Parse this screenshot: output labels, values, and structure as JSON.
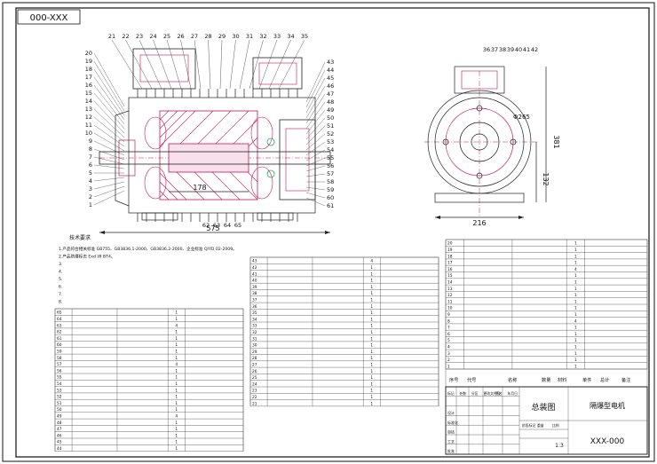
{
  "drawing_code_top": "000-XXX",
  "drawing_code_bottom": "XXX-000",
  "title_block": {
    "drawing_name": "总装图",
    "product_name": "隔爆型电机",
    "scale": "1:3",
    "head_labels": [
      "标记",
      "处数",
      "分区",
      "更改文件号",
      "签名",
      "年月日"
    ],
    "row_labels": [
      "设计",
      "标准化",
      "审核",
      "工艺",
      "批准"
    ],
    "stage_labels": [
      "阶段标记",
      "重量",
      "比例"
    ]
  },
  "front_view_balloons": [
    "21",
    "22",
    "23",
    "24",
    "25",
    "26",
    "27",
    "28",
    "29",
    "30",
    "31",
    "32",
    "33",
    "34",
    "35"
  ],
  "left_callouts": [
    "20",
    "19",
    "18",
    "17",
    "16",
    "15",
    "14",
    "13",
    "12",
    "11",
    "10",
    "9",
    "8",
    "7",
    "6",
    "5",
    "4",
    "3",
    "2",
    "1"
  ],
  "right_callouts": [
    "43",
    "44",
    "45",
    "46",
    "47",
    "48",
    "49",
    "50",
    "51",
    "52",
    "53",
    "54",
    "55",
    "56",
    "57",
    "58",
    "59",
    "60",
    "61"
  ],
  "bottom_callouts": [
    "62",
    "63",
    "64",
    "65"
  ],
  "dimensions": {
    "shaft_length": "575",
    "core_length": "178",
    "end_width": "216",
    "center_height": "132",
    "total_height": "381",
    "pcd": "Φ265"
  },
  "side_view_callouts": [
    "36",
    "37",
    "38",
    "39",
    "40",
    "41",
    "42"
  ],
  "tech_requirements_title": "技术要求",
  "tech_requirements": [
    "1.产品符合相关标准 GB755、GB3836.1-2000、GB3836.2-2000、企业标准 Q/YD 02-2009。",
    "2.产品防爆标志 Exd I/Ⅱ BT4。",
    "3.",
    "4.",
    "5.",
    "6.",
    "7.",
    "8."
  ],
  "parts_table_left": [
    {
      "no": "65",
      "code": "",
      "name": "",
      "qty": "1",
      "mat": ""
    },
    {
      "no": "64",
      "code": "",
      "name": "",
      "qty": "1",
      "mat": ""
    },
    {
      "no": "63",
      "code": "",
      "name": "",
      "qty": "4",
      "mat": ""
    },
    {
      "no": "62",
      "code": "",
      "name": "",
      "qty": "1",
      "mat": ""
    },
    {
      "no": "61",
      "code": "",
      "name": "",
      "qty": "1",
      "mat": ""
    },
    {
      "no": "60",
      "code": "",
      "name": "",
      "qty": "1",
      "mat": ""
    },
    {
      "no": "59",
      "code": "",
      "name": "",
      "qty": "1",
      "mat": ""
    },
    {
      "no": "58",
      "code": "",
      "name": "",
      "qty": "1",
      "mat": ""
    },
    {
      "no": "57",
      "code": "",
      "name": "",
      "qty": "4",
      "mat": ""
    },
    {
      "no": "56",
      "code": "",
      "name": "",
      "qty": "1",
      "mat": ""
    },
    {
      "no": "55",
      "code": "",
      "name": "",
      "qty": "1",
      "mat": ""
    },
    {
      "no": "54",
      "code": "",
      "name": "",
      "qty": "1",
      "mat": ""
    },
    {
      "no": "53",
      "code": "",
      "name": "",
      "qty": "1",
      "mat": ""
    },
    {
      "no": "52",
      "code": "",
      "name": "",
      "qty": "1",
      "mat": ""
    },
    {
      "no": "51",
      "code": "",
      "name": "",
      "qty": "1",
      "mat": ""
    },
    {
      "no": "50",
      "code": "",
      "name": "",
      "qty": "1",
      "mat": ""
    },
    {
      "no": "49",
      "code": "",
      "name": "",
      "qty": "4",
      "mat": ""
    },
    {
      "no": "48",
      "code": "",
      "name": "",
      "qty": "1",
      "mat": ""
    },
    {
      "no": "47",
      "code": "",
      "name": "",
      "qty": "1",
      "mat": ""
    },
    {
      "no": "46",
      "code": "",
      "name": "",
      "qty": "1",
      "mat": ""
    },
    {
      "no": "45",
      "code": "",
      "name": "",
      "qty": "1",
      "mat": ""
    },
    {
      "no": "44",
      "code": "",
      "name": "",
      "qty": "1",
      "mat": ""
    }
  ],
  "parts_table_mid": [
    {
      "no": "43",
      "code": "",
      "name": "",
      "qty": "4",
      "mat": ""
    },
    {
      "no": "42",
      "code": "",
      "name": "",
      "qty": "1",
      "mat": ""
    },
    {
      "no": "41",
      "code": "",
      "name": "",
      "qty": "1",
      "mat": ""
    },
    {
      "no": "40",
      "code": "",
      "name": "",
      "qty": "1",
      "mat": ""
    },
    {
      "no": "39",
      "code": "",
      "name": "",
      "qty": "1",
      "mat": ""
    },
    {
      "no": "38",
      "code": "",
      "name": "",
      "qty": "1",
      "mat": ""
    },
    {
      "no": "37",
      "code": "",
      "name": "",
      "qty": "1",
      "mat": ""
    },
    {
      "no": "36",
      "code": "",
      "name": "",
      "qty": "1",
      "mat": ""
    },
    {
      "no": "35",
      "code": "",
      "name": "",
      "qty": "1",
      "mat": ""
    },
    {
      "no": "34",
      "code": "",
      "name": "",
      "qty": "1",
      "mat": ""
    },
    {
      "no": "33",
      "code": "",
      "name": "",
      "qty": "1",
      "mat": ""
    },
    {
      "no": "32",
      "code": "",
      "name": "",
      "qty": "1",
      "mat": ""
    },
    {
      "no": "31",
      "code": "",
      "name": "",
      "qty": "1",
      "mat": ""
    },
    {
      "no": "30",
      "code": "",
      "name": "",
      "qty": "1",
      "mat": ""
    },
    {
      "no": "29",
      "code": "",
      "name": "",
      "qty": "1",
      "mat": ""
    },
    {
      "no": "28",
      "code": "",
      "name": "",
      "qty": "1",
      "mat": ""
    },
    {
      "no": "27",
      "code": "",
      "name": "",
      "qty": "1",
      "mat": ""
    },
    {
      "no": "26",
      "code": "",
      "name": "",
      "qty": "1",
      "mat": ""
    },
    {
      "no": "25",
      "code": "",
      "name": "",
      "qty": "1",
      "mat": ""
    },
    {
      "no": "24",
      "code": "",
      "name": "",
      "qty": "1",
      "mat": ""
    },
    {
      "no": "23",
      "code": "",
      "name": "",
      "qty": "1",
      "mat": ""
    },
    {
      "no": "22",
      "code": "",
      "name": "",
      "qty": "1",
      "mat": ""
    },
    {
      "no": "21",
      "code": "",
      "name": "",
      "qty": "1",
      "mat": ""
    }
  ],
  "parts_table_right": [
    {
      "no": "20",
      "code": "",
      "name": "",
      "qty": "1",
      "mat": ""
    },
    {
      "no": "19",
      "code": "",
      "name": "",
      "qty": "1",
      "mat": ""
    },
    {
      "no": "18",
      "code": "",
      "name": "",
      "qty": "1",
      "mat": ""
    },
    {
      "no": "17",
      "code": "",
      "name": "",
      "qty": "1",
      "mat": ""
    },
    {
      "no": "16",
      "code": "",
      "name": "",
      "qty": "4",
      "mat": ""
    },
    {
      "no": "15",
      "code": "",
      "name": "",
      "qty": "1",
      "mat": ""
    },
    {
      "no": "14",
      "code": "",
      "name": "",
      "qty": "1",
      "mat": ""
    },
    {
      "no": "13",
      "code": "",
      "name": "",
      "qty": "1",
      "mat": ""
    },
    {
      "no": "12",
      "code": "",
      "name": "",
      "qty": "1",
      "mat": ""
    },
    {
      "no": "11",
      "code": "",
      "name": "",
      "qty": "1",
      "mat": ""
    },
    {
      "no": "10",
      "code": "",
      "name": "",
      "qty": "1",
      "mat": ""
    },
    {
      "no": "9",
      "code": "",
      "name": "",
      "qty": "1",
      "mat": ""
    },
    {
      "no": "8",
      "code": "",
      "name": "",
      "qty": "4",
      "mat": ""
    },
    {
      "no": "7",
      "code": "",
      "name": "",
      "qty": "1",
      "mat": ""
    },
    {
      "no": "6",
      "code": "",
      "name": "",
      "qty": "1",
      "mat": ""
    },
    {
      "no": "5",
      "code": "",
      "name": "",
      "qty": "1",
      "mat": ""
    },
    {
      "no": "4",
      "code": "",
      "name": "",
      "qty": "1",
      "mat": ""
    },
    {
      "no": "3",
      "code": "",
      "name": "",
      "qty": "1",
      "mat": ""
    },
    {
      "no": "2",
      "code": "",
      "name": "",
      "qty": "1",
      "mat": ""
    },
    {
      "no": "1",
      "code": "",
      "name": "",
      "qty": "1",
      "mat": ""
    }
  ],
  "parts_header": [
    "序号",
    "代号",
    "名称",
    "数量",
    "材料",
    "单件",
    "总计",
    "备注"
  ]
}
